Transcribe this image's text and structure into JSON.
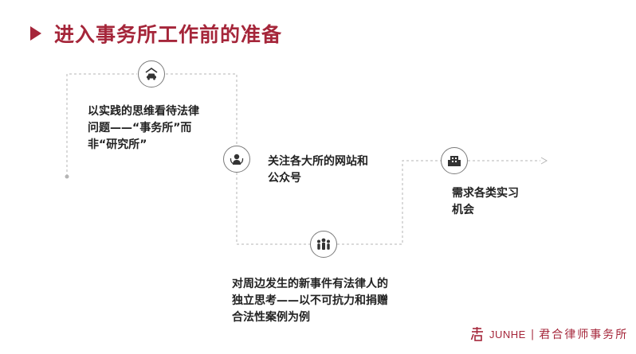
{
  "title": "进入事务所工作前的准备",
  "steps": [
    {
      "icon": "car-icon",
      "lines": [
        "以实践的思维看待法律",
        "问题——“事务所”而",
        "非“研究所”"
      ]
    },
    {
      "icon": "person-icon",
      "lines": [
        "关注各大所的网站和",
        "公众号"
      ]
    },
    {
      "icon": "people-icon",
      "lines": [
        "对周边发生的新事件有法律人的",
        "独立思考——以不可抗力和捐赠",
        "合法性案例为例"
      ]
    },
    {
      "icon": "building-icon",
      "lines": [
        "需求各类实习",
        "机会"
      ]
    }
  ],
  "logo": {
    "english": "JUNHE",
    "separator": "|",
    "chinese": "君合律师事务所"
  },
  "colors": {
    "accent": "#a5263a",
    "line": "#b5b5b5",
    "text": "#222222"
  }
}
